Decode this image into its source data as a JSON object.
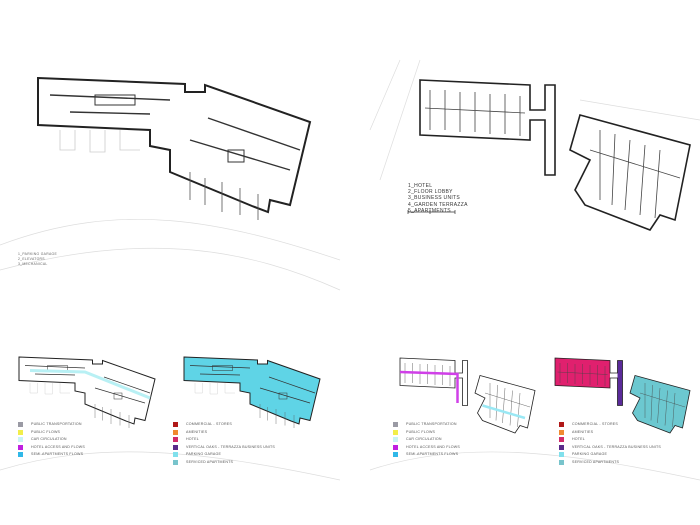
{
  "plan_top_left": {
    "key": [
      "1_PARKING GARAGE",
      "2_ELEVATORS",
      "3_MECHANICAL"
    ]
  },
  "plan_top_right": {
    "key": [
      "1_HOTEL",
      "2_FLOOR LOBBY",
      "3_BUSINESS UNITS",
      "4_GARDEN TERRAZZA",
      "5_APARTMENTS"
    ]
  },
  "legend_flows": [
    {
      "label": "PUBLIC TRANSPORTATION",
      "color": "#9a9aa4"
    },
    {
      "label": "PUBLIC FLOWS",
      "color": "#f2ee4a"
    },
    {
      "label": "CAR CIRCULATION",
      "color": "#c8f4f4"
    },
    {
      "label": "HOTEL ACCESS AND FLOWS",
      "color": "#c020e0"
    },
    {
      "label": "SEMI-APARTMENTS FLOWS",
      "color": "#30b8e8"
    }
  ],
  "legend_uses": [
    {
      "label": "COMMERCIAL - STORES",
      "color": "#b01818"
    },
    {
      "label": "AMENITIES",
      "color": "#f08a30"
    },
    {
      "label": "HOTEL",
      "color": "#d02a6a"
    },
    {
      "label": "VERTICAL OAKS - TERRAZZA BUSINESS UNITS",
      "color": "#5a2a8a"
    },
    {
      "label": "PARKING GARAGE",
      "color": "#80e0ec"
    },
    {
      "label": "SERVICED APARTMENTS",
      "color": "#78c4cc"
    }
  ],
  "colors": {
    "parking_fill": "#5fd4e6",
    "hotel_fill": "#e0206e",
    "vertical_fill": "#5a2a9a",
    "apartments_fill": "#6cc8d0",
    "hotel_flow": "#d040e8",
    "apartment_flow": "#9ae8f4"
  }
}
